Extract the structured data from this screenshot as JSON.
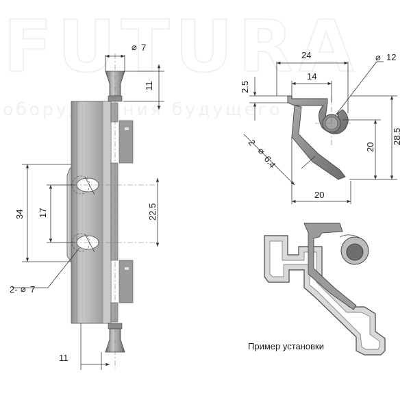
{
  "watermark": {
    "brand": "FUTURA",
    "tagline": "оборудования будущего"
  },
  "front_view": {
    "dim_pin_diameter": "7",
    "dim_pin_height": "11",
    "dim_hole_spacing_outer": "34",
    "dim_hole_spacing_inner": "17",
    "dim_hole_to_edge": "22.5",
    "dim_holes": "2-",
    "dim_holes_diameter": "7",
    "dim_bottom_offset": "11"
  },
  "section_view": {
    "dim_top_width": "24",
    "dim_top_inner": "14",
    "dim_roll_diameter": "12",
    "dim_thickness": "2.5",
    "dim_height_total": "28.5",
    "dim_height_inner": "20",
    "dim_bend": "2",
    "dim_hole_diameter": "6.4",
    "dim_bottom_width": "20"
  },
  "install_view": {
    "caption": "Пример установки"
  },
  "colors": {
    "metal_light": "#bdbdbd",
    "metal_mid": "#9a9a9a",
    "metal_dark": "#6e6e6e",
    "line": "#333333",
    "watermark": "#f0f0f0"
  }
}
